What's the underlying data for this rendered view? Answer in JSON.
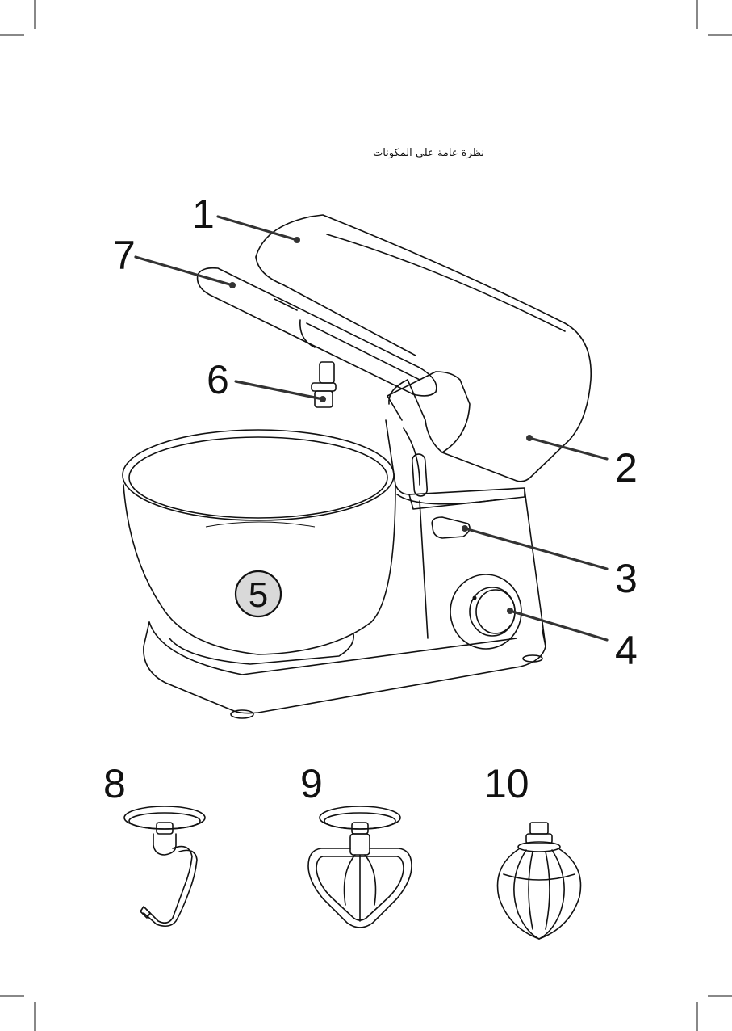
{
  "page": {
    "title": "نظرة عامة على المكونات"
  },
  "callouts": [
    {
      "id": "1",
      "label": "1"
    },
    {
      "id": "2",
      "label": "2"
    },
    {
      "id": "3",
      "label": "3"
    },
    {
      "id": "4",
      "label": "4"
    },
    {
      "id": "5",
      "label": "5"
    },
    {
      "id": "6",
      "label": "6"
    },
    {
      "id": "7",
      "label": "7"
    },
    {
      "id": "8",
      "label": "8"
    },
    {
      "id": "9",
      "label": "9"
    },
    {
      "id": "10",
      "label": "10"
    }
  ]
}
